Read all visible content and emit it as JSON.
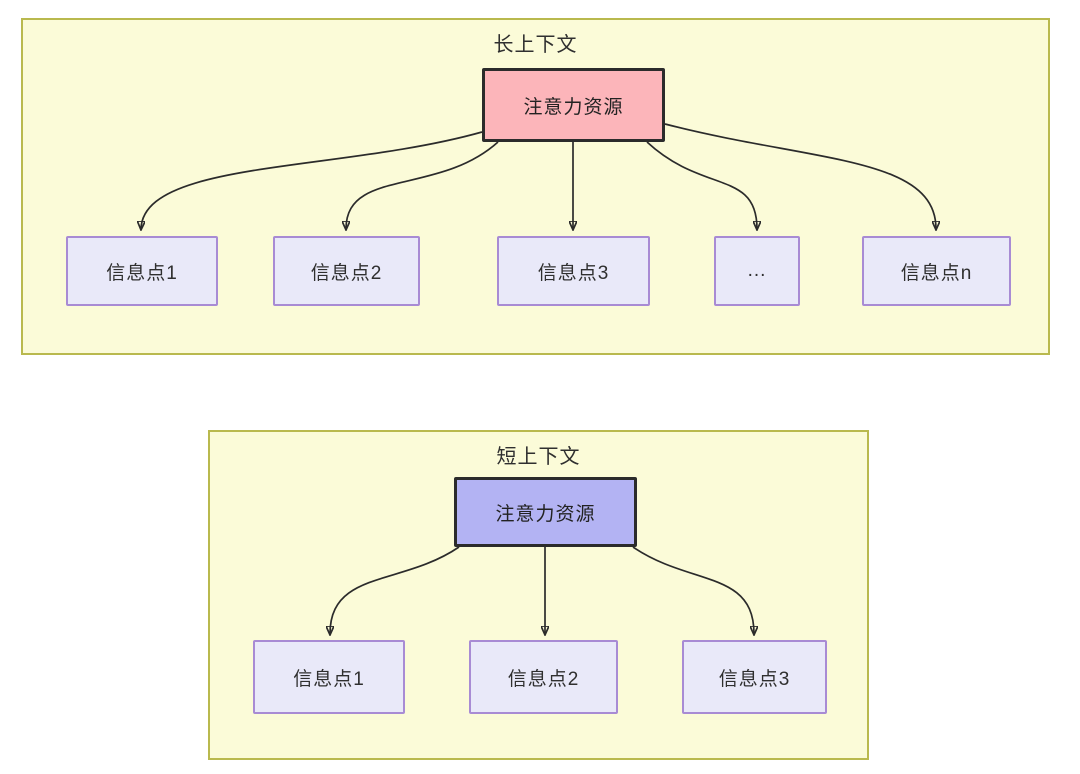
{
  "colors": {
    "page_bg": "#FFFFFF",
    "container_bg": "#FBFBD8",
    "container_border": "#B9B94E",
    "attention_long_bg": "#FCB5BA",
    "attention_short_bg": "#B3B3F3",
    "attention_border": "#2B2B2B",
    "info_bg": "#E9E9F9",
    "info_border": "#A88BD4",
    "arrow": "#2B2B2B",
    "text": "#2F2F2F"
  },
  "diagrams": [
    {
      "id": "long-context",
      "title": "长上下文",
      "attention_label": "注意力资源",
      "info_points": [
        "信息点1",
        "信息点2",
        "信息点3",
        "...",
        "信息点n"
      ]
    },
    {
      "id": "short-context",
      "title": "短上下文",
      "attention_label": "注意力资源",
      "info_points": [
        "信息点1",
        "信息点2",
        "信息点3"
      ]
    }
  ]
}
